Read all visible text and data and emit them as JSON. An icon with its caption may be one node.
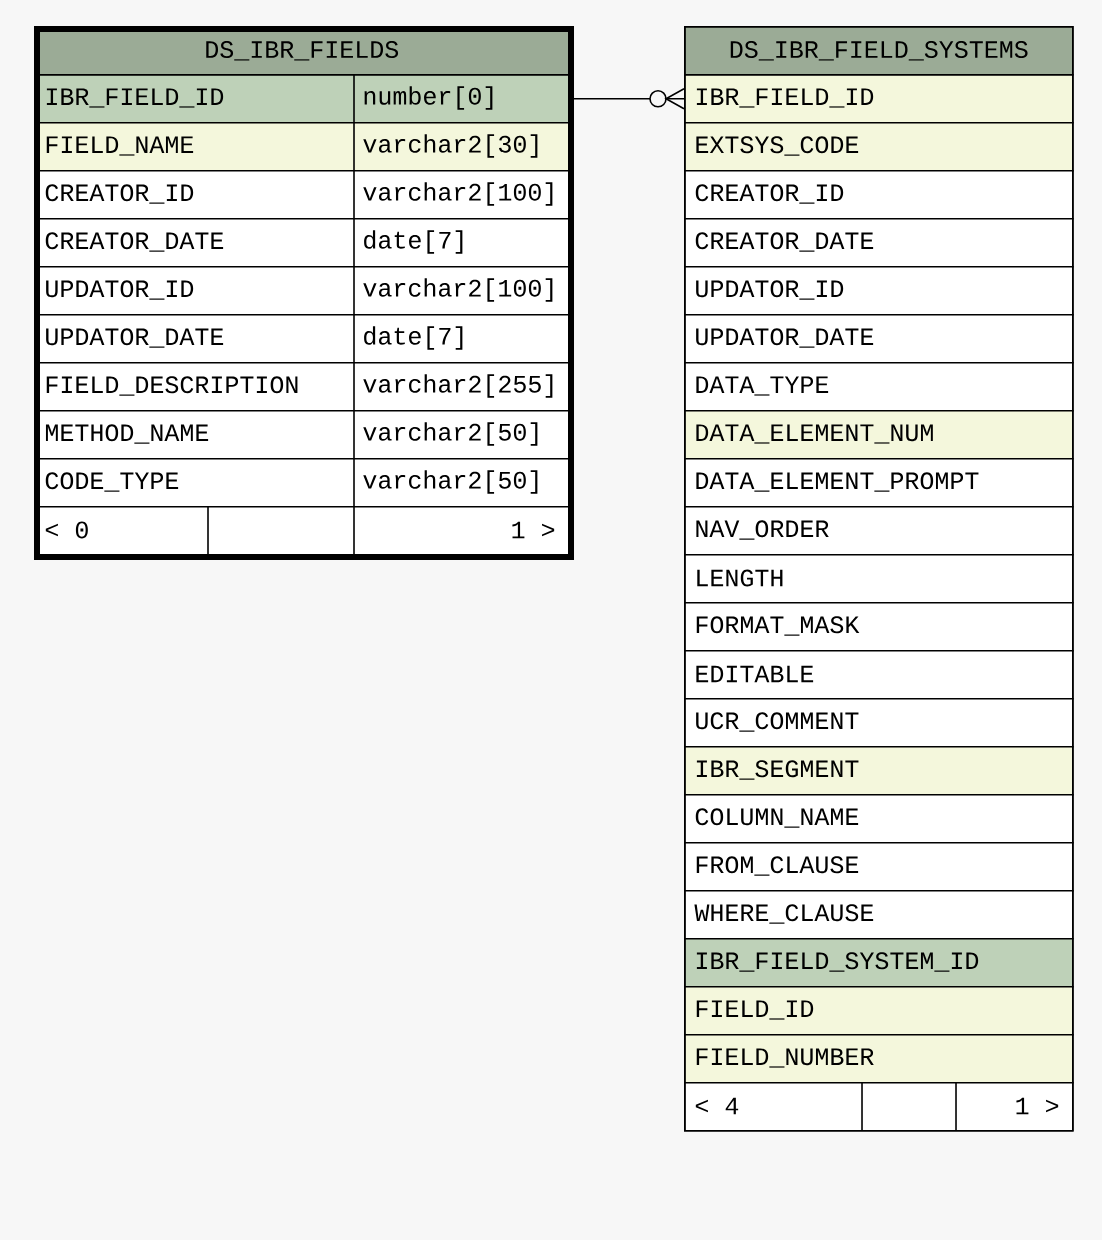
{
  "diagram": {
    "nodes": [
      {
        "text": [
          "DS_IBR_FIELDS"
        ]
      },
      {
        "text": [
          "IBR_FIELD_ID",
          "number[0]"
        ],
        "in": 0
      },
      {
        "text": [
          "FIELD_NAME",
          "varchar2[30]"
        ],
        "in": 0
      },
      {
        "text": [
          "CREATOR_ID",
          "varchar2[100]"
        ],
        "in": 0
      },
      {
        "text": [
          "CREATOR_DATE",
          "date[7]"
        ],
        "in": 0
      },
      {
        "text": [
          "UPDATOR_ID",
          "varchar2[100]"
        ],
        "in": 0
      },
      {
        "text": [
          "UPDATOR_DATE",
          "date[7]"
        ],
        "in": 0
      },
      {
        "text": [
          "FIELD_DESCRIPTION",
          "varchar2[255]"
        ],
        "in": 0
      },
      {
        "text": [
          "METHOD_NAME",
          "varchar2[50]"
        ],
        "in": 0
      },
      {
        "text": [
          "CODE_TYPE",
          "varchar2[50]"
        ],
        "in": 0
      },
      {
        "text": [
          "< 0",
          "1 >"
        ],
        "in": 0
      },
      {
        "text": [
          "DS_IBR_FIELD_SYSTEMS"
        ]
      },
      {
        "text": [
          "IBR_FIELD_ID"
        ],
        "in": 11
      },
      {
        "text": [
          "EXTSYS_CODE"
        ],
        "in": 11
      },
      {
        "text": [
          "CREATOR_ID"
        ],
        "in": 11
      },
      {
        "text": [
          "CREATOR_DATE"
        ],
        "in": 11
      },
      {
        "text": [
          "UPDATOR_ID"
        ],
        "in": 11
      },
      {
        "text": [
          "UPDATOR_DATE"
        ],
        "in": 11
      },
      {
        "text": [
          "DATA_TYPE"
        ],
        "in": 11
      },
      {
        "text": [
          "DATA_ELEMENT_NUM"
        ],
        "in": 11
      },
      {
        "text": [
          "DATA_ELEMENT_PROMPT"
        ],
        "in": 11
      },
      {
        "text": [
          "NAV_ORDER"
        ],
        "in": 11
      },
      {
        "text": [
          "LENGTH"
        ],
        "in": 11
      },
      {
        "text": [
          "FORMAT_MASK"
        ],
        "in": 11
      },
      {
        "text": [
          "EDITABLE"
        ],
        "in": 11
      },
      {
        "text": [
          "UCR_COMMENT"
        ],
        "in": 11
      },
      {
        "text": [
          "IBR_SEGMENT"
        ],
        "in": 11
      },
      {
        "text": [
          "COLUMN_NAME"
        ],
        "in": 11
      },
      {
        "text": [
          "FROM_CLAUSE"
        ],
        "in": 11
      },
      {
        "text": [
          "WHERE_CLAUSE"
        ],
        "in": 11
      },
      {
        "text": [
          "IBR_FIELD_SYSTEM_ID"
        ],
        "in": 11
      },
      {
        "text": [
          "FIELD_ID"
        ],
        "in": 11
      },
      {
        "text": [
          "FIELD_NUMBER"
        ],
        "in": 11
      },
      {
        "text": [
          "< 4",
          "1 >"
        ],
        "in": 11
      }
    ],
    "edges": [
      {
        "from": 1,
        "to": 12,
        "arrow": "other"
      }
    ]
  }
}
